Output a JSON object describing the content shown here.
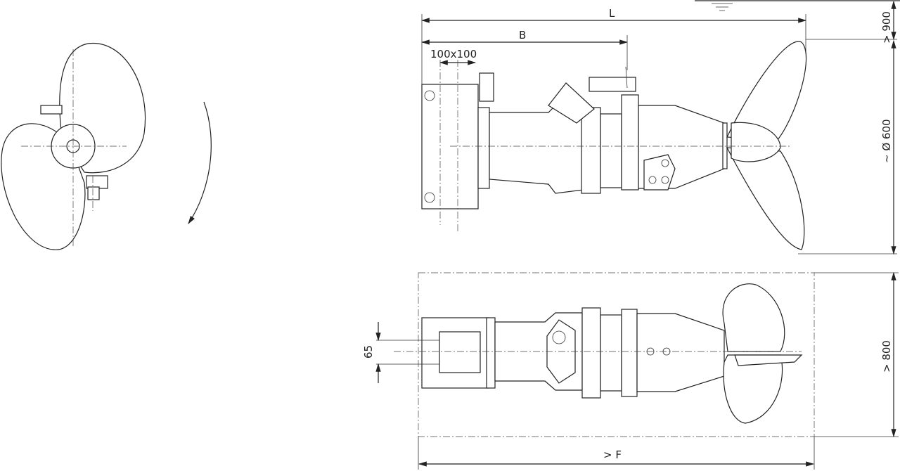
{
  "dimensions": {
    "L": "L",
    "B": "B",
    "frame": "100x100",
    "depth": "> 900",
    "diameter": "~ Ø 600",
    "width_65": "65",
    "clearance": "> 800",
    "F": "> F"
  }
}
